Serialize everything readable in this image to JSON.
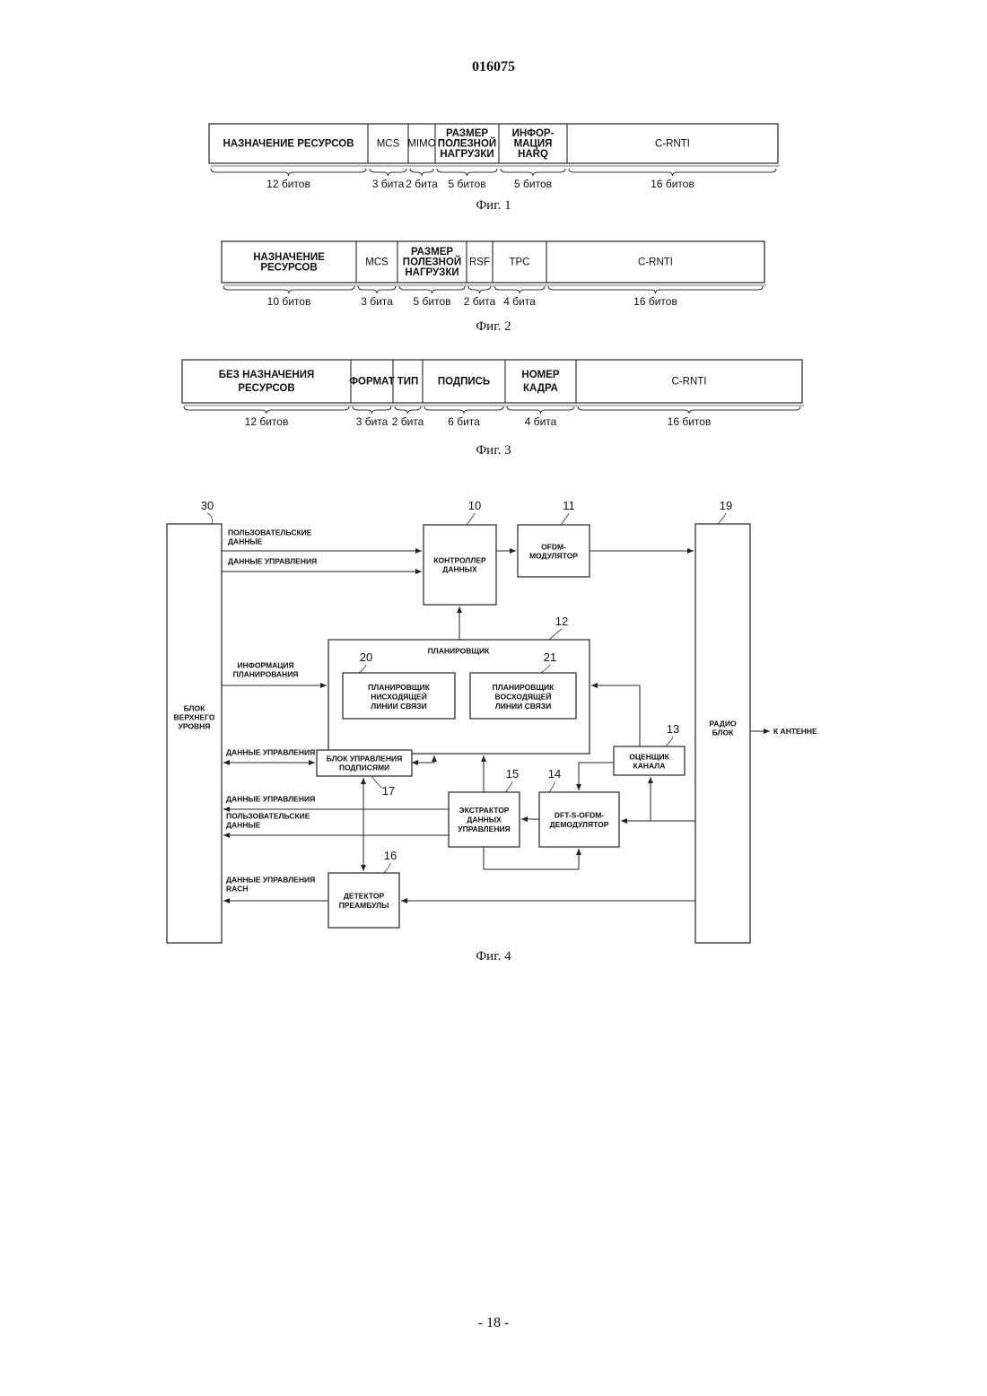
{
  "header": {
    "doc_number": "016075"
  },
  "footer": {
    "page": "- 18 -"
  },
  "fig1": {
    "caption": "Фиг. 1",
    "fields": [
      {
        "lines": [
          "НАЗНАЧЕНИЕ РЕСУРСОВ"
        ],
        "bits": "12 битов"
      },
      {
        "lines": [
          "MCS"
        ],
        "bits": "3 бита"
      },
      {
        "lines": [
          "MIMO"
        ],
        "bits": "2 бита"
      },
      {
        "lines": [
          "РАЗМЕР",
          "ПОЛЕЗНОЙ",
          "НАГРУЗКИ"
        ],
        "bits": "5 битов"
      },
      {
        "lines": [
          "ИНФОР-",
          "МАЦИЯ",
          "HARQ"
        ],
        "bits": "5 битов"
      },
      {
        "lines": [
          "C-RNTI"
        ],
        "bits": "16 битов"
      }
    ]
  },
  "fig2": {
    "caption": "Фиг. 2",
    "fields": [
      {
        "lines": [
          "НАЗНАЧЕНИЕ",
          "РЕСУРСОВ"
        ],
        "bits": "10 битов"
      },
      {
        "lines": [
          "MCS"
        ],
        "bits": "3 бита"
      },
      {
        "lines": [
          "РАЗМЕР",
          "ПОЛЕЗНОЙ",
          "НАГРУЗКИ"
        ],
        "bits": "5 битов"
      },
      {
        "lines": [
          "RSF"
        ],
        "bits": "2 бита"
      },
      {
        "lines": [
          "TPC"
        ],
        "bits": "4 бита"
      },
      {
        "lines": [
          "C-RNTI"
        ],
        "bits": "16 битов"
      }
    ]
  },
  "fig3": {
    "caption": "Фиг. 3",
    "fields": [
      {
        "lines": [
          "БЕЗ НАЗНАЧЕНИЯ",
          "РЕСУРСОВ"
        ],
        "bits": "12 битов"
      },
      {
        "lines": [
          "ФОРМАТ"
        ],
        "bits": "3 бита"
      },
      {
        "lines": [
          "ТИП"
        ],
        "bits": "2 бита"
      },
      {
        "lines": [
          "ПОДПИСЬ"
        ],
        "bits": "6 бита"
      },
      {
        "lines": [
          "НОМЕР",
          "КАДРА"
        ],
        "bits": "4 бита"
      },
      {
        "lines": [
          "C-RNTI"
        ],
        "bits": "16 битов"
      }
    ]
  },
  "fig4": {
    "caption": "Фиг. 4",
    "blocks": {
      "upper": {
        "num": "30",
        "lines": [
          "БЛОК",
          "ВЕРХНЕГО",
          "УРОВНЯ"
        ]
      },
      "data_ctrl": {
        "num": "10",
        "lines": [
          "КОНТРОЛЛЕР",
          "ДАННЫХ"
        ]
      },
      "ofdm_mod": {
        "num": "11",
        "lines": [
          "OFDM-",
          "МОДУЛЯТОР"
        ]
      },
      "radio": {
        "num": "19",
        "lines": [
          "РАДИО",
          "БЛОК"
        ]
      },
      "scheduler": {
        "num": "12",
        "lines": [
          "ПЛАНИРОВЩИК"
        ]
      },
      "dl_sched": {
        "num": "20",
        "lines": [
          "ПЛАНИРОВЩИК",
          "НИСХОДЯЩЕЙ",
          "ЛИНИИ СВЯЗИ"
        ]
      },
      "ul_sched": {
        "num": "21",
        "lines": [
          "ПЛАНИРОВЩИК",
          "ВОСХОДЯЩЕЙ",
          "ЛИНИИ СВЯЗИ"
        ]
      },
      "channel_est": {
        "num": "13",
        "lines": [
          "ОЦЕНЩИК",
          "КАНАЛА"
        ]
      },
      "sig_ctrl": {
        "num": "17",
        "lines": [
          "БЛОК УПРАВЛЕНИЯ",
          "ПОДПИСЯМИ"
        ]
      },
      "extractor": {
        "num": "15",
        "lines": [
          "ЭКСТРАКТОР",
          "ДАННЫХ",
          "УПРАВЛЕНИЯ"
        ]
      },
      "demod": {
        "num": "14",
        "lines": [
          "DFT-S-OFDM-",
          "ДЕМОДУЛЯТОР"
        ]
      },
      "preamble": {
        "num": "16",
        "lines": [
          "ДЕТЕКТОР",
          "ПРЕАМБУЛЫ"
        ]
      }
    },
    "signals": {
      "user_data_in": [
        "ПОЛЬЗОВАТЕЛЬСКИЕ",
        "ДАННЫЕ"
      ],
      "control_data_in": [
        "ДАННЫЕ УПРАВЛЕНИЯ"
      ],
      "sched_info": [
        "ИНФОРМАЦИЯ",
        "ПЛАНИРОВАНИЯ"
      ],
      "ctrl_sig": [
        "ДАННЫЕ УПРАВЛЕНИЯ"
      ],
      "ctrl_out": [
        "ДАННЫЕ УПРАВЛЕНИЯ"
      ],
      "user_out": [
        "ПОЛЬЗОВАТЕЛЬСКИЕ",
        "ДАННЫЕ"
      ],
      "rach": [
        "ДАННЫЕ УПРАВЛЕНИЯ",
        "RACH"
      ],
      "antenna": [
        "К АНТЕННЕ"
      ]
    }
  }
}
